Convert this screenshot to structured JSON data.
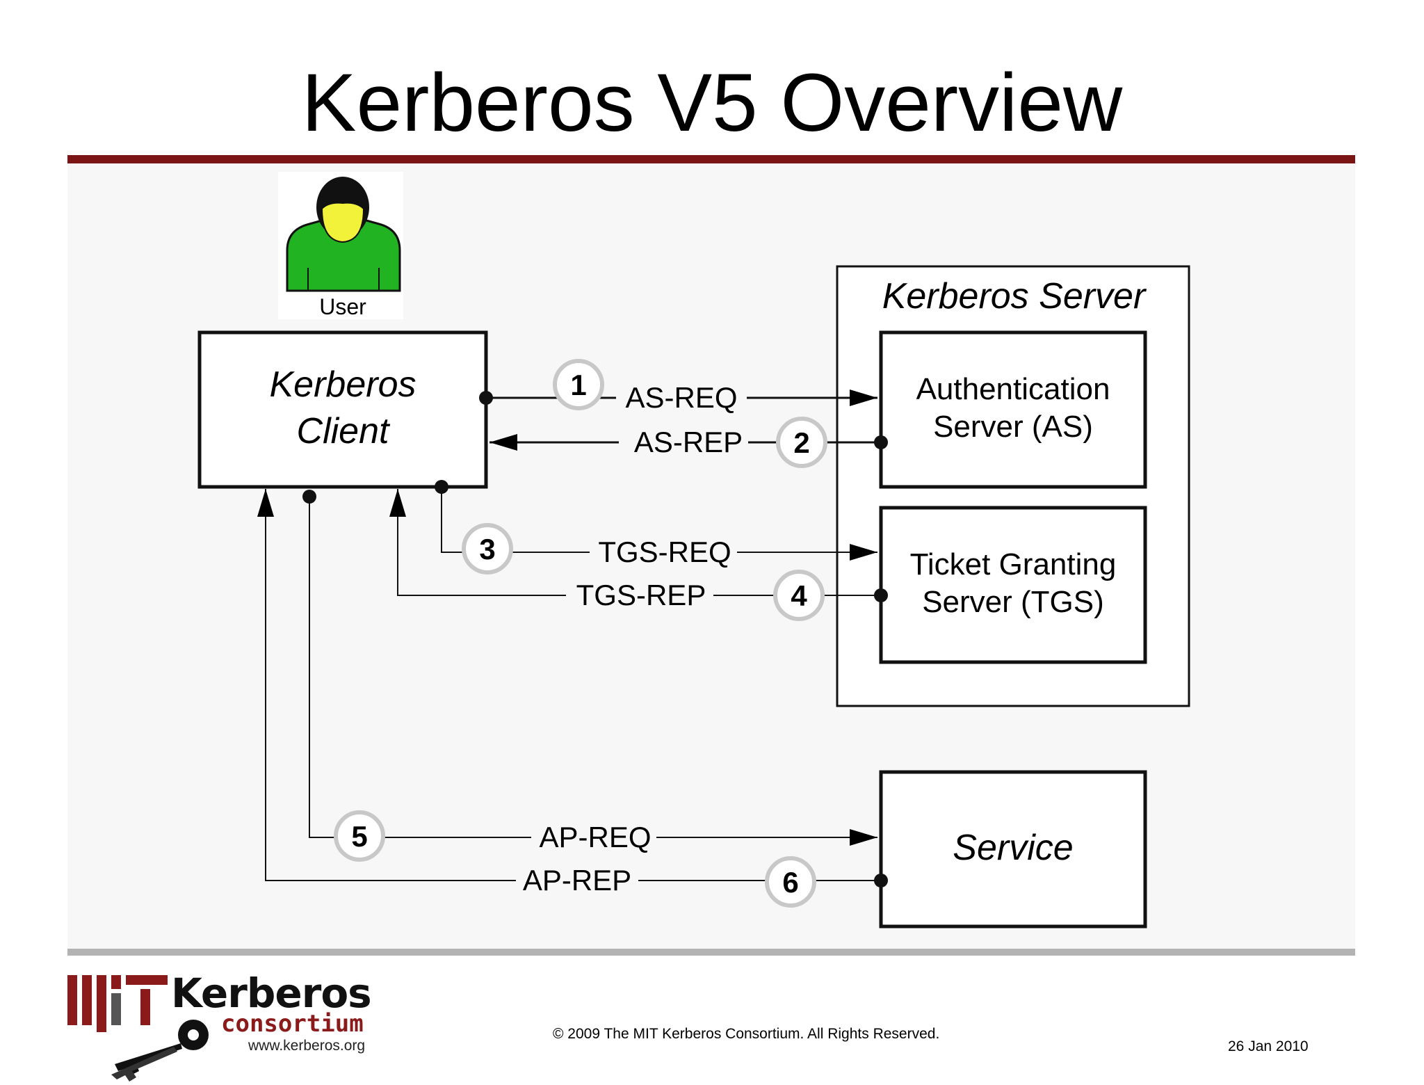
{
  "slide": {
    "title": "Kerberos V5 Overview"
  },
  "diagram": {
    "user_label": "User",
    "client_label_line1": "Kerberos",
    "client_label_line2": "Client",
    "server_group_label": "Kerberos Server",
    "as_label_line1": "Authentication",
    "as_label_line2": "Server (AS)",
    "tgs_label_line1": "Ticket Granting",
    "tgs_label_line2": "Server (TGS)",
    "service_label": "Service",
    "messages": [
      {
        "step": "1",
        "label": "AS-REQ"
      },
      {
        "step": "2",
        "label": "AS-REP"
      },
      {
        "step": "3",
        "label": "TGS-REQ"
      },
      {
        "step": "4",
        "label": "TGS-REP"
      },
      {
        "step": "5",
        "label": "AP-REQ"
      },
      {
        "step": "6",
        "label": "AP-REP"
      }
    ],
    "colors": {
      "user_body": "#22b322",
      "user_face": "#f2f23a",
      "title_rule": "#7b1414",
      "logo_red": "#8b1a1a"
    }
  },
  "footer": {
    "copyright": "© 2009 The MIT Kerberos Consortium. All Rights Reserved.",
    "date": "26 Jan 2010",
    "logo_word": "Kerberos",
    "logo_sub": "consortium",
    "logo_url": "www.kerberos.org",
    "logo_mark": "MIT"
  }
}
